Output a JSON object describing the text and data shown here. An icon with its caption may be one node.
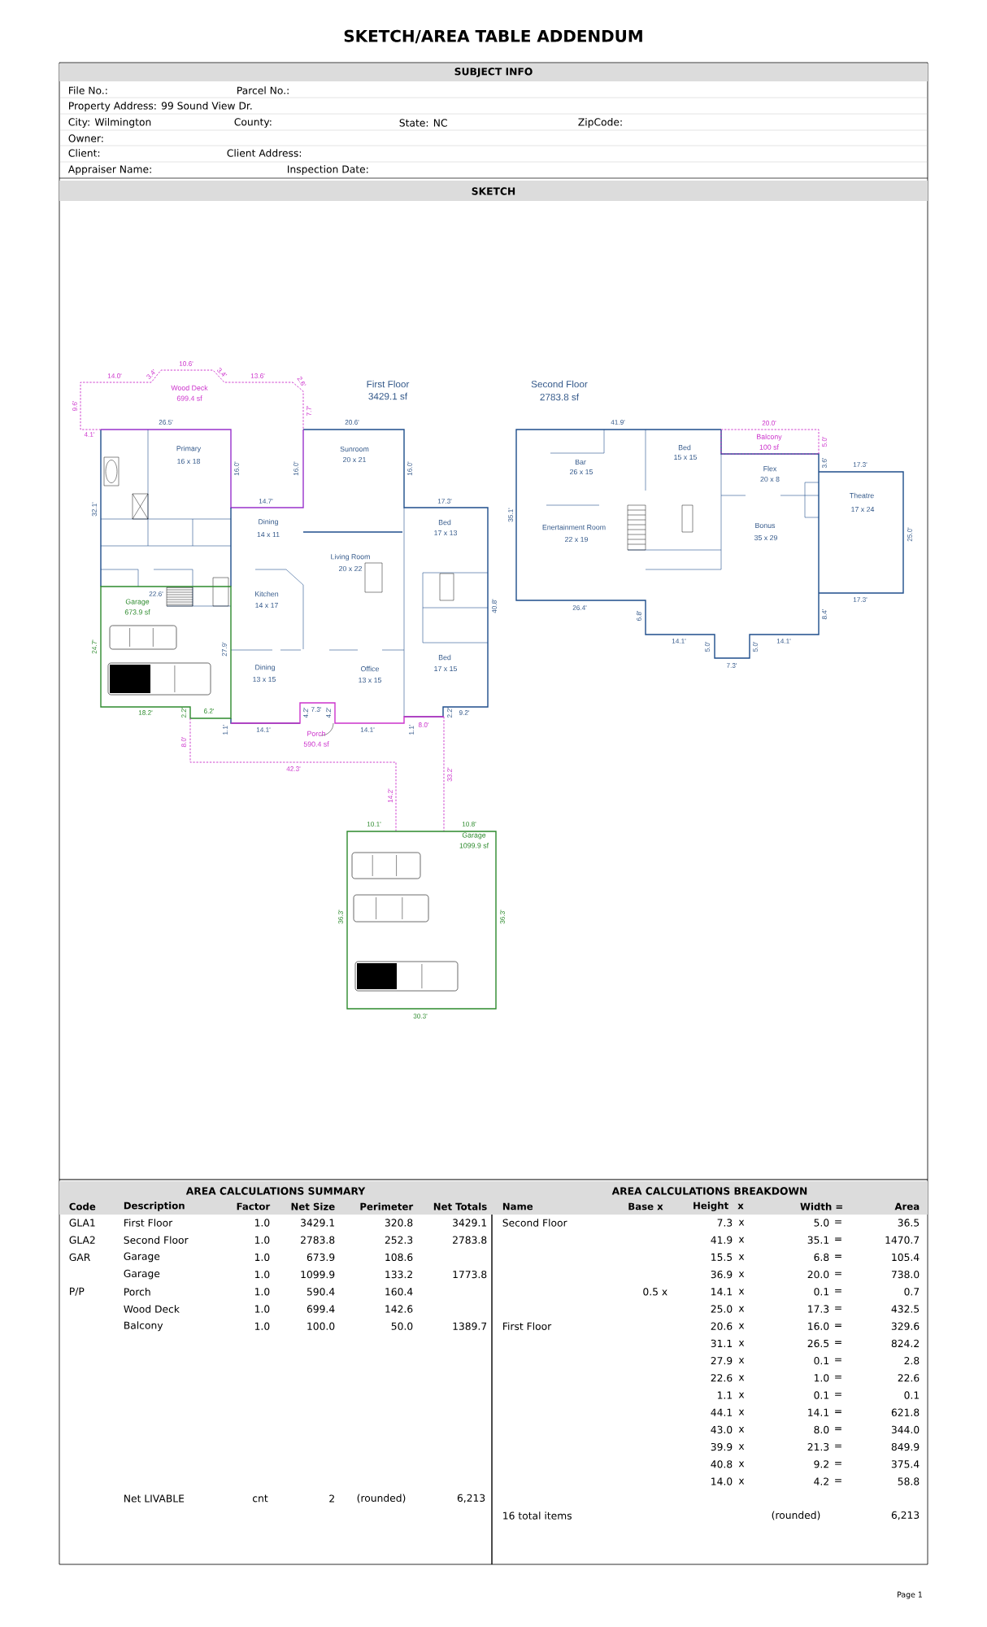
{
  "diagram": {
    "title": "SKETCH/AREA TABLE ADDENDUM",
    "nodes": [
      {
        "text": [
          "SUBJECT INFO"
        ]
      },
      {
        "text": [
          "SKETCH"
        ]
      },
      {
        "text": [
          "Wood Deck",
          "699.4 sf"
        ]
      },
      {
        "text": [
          "Balcony",
          "100 sf"
        ]
      },
      {
        "text": [
          "Garage",
          "673.9 sf"
        ]
      },
      {
        "text": [
          "Porch",
          "590.4 sf"
        ]
      },
      {
        "text": [
          "Garage",
          "1099.9 sf"
        ]
      },
      {
        "text": [
          "AREA CALCULATIONS SUMMARY"
        ]
      },
      {
        "text": [
          "AREA CALCULATIONS BREAKDOWN"
        ]
      }
    ],
    "labels": [
      "File No.:",
      "Parcel No.:",
      "Property Address: 99 Sound View Dr.",
      "City: Wilmington",
      "County:",
      "State: NC",
      "ZipCode:",
      "Owner:",
      "Client:",
      "Client Address:",
      "Appraiser Name:",
      "Inspection Date:",
      "First Floor",
      "3429.1 sf",
      "Second Floor",
      "2783.8 sf",
      "14.0'",
      "3.4'",
      "10.6'",
      "3.4'",
      "13.6'",
      "2.6'",
      "9.6'",
      "7.7'",
      "4.1'",
      "26.5'",
      "20.6'",
      "Primary",
      "16 x 18",
      "16.0'",
      "16.0'",
      "Sunroom",
      "20 x 21",
      "16.0'",
      "32.1'",
      "14.7'",
      "17.3'",
      "Dining",
      "14 x 11",
      "Bed",
      "17 x 13",
      "Living Room",
      "20 x 22",
      "22.6'",
      "Kitchen",
      "14 x 17",
      "40.8'",
      "24.7'",
      "27.9'",
      "Bed",
      "17 x 15",
      "Dining",
      "13 x 15",
      "Office",
      "13 x 15",
      "18.2'",
      "2.2'",
      "6.2'",
      "4.2'",
      "7.3'",
      "4.2'",
      "2.2'",
      "9.2'",
      "1.1'",
      "14.1'",
      "14.1'",
      "1.1'",
      "8.0'",
      "8.0'",
      "42.3'",
      "33.2'",
      "14.2'",
      "10.1'",
      "10.8'",
      "36.3'",
      "36.3'",
      "30.3'",
      "41.9'",
      "20.0'",
      "5.0'",
      "Bed",
      "15 x 15",
      "3.6'",
      "Bar",
      "26 x 15",
      "17.3'",
      "Flex",
      "20 x 8",
      "Theatre",
      "17 x 24",
      "35.1'",
      "Enertainment Room",
      "22 x 19",
      "Bonus",
      "35 x 29",
      "25.0'",
      "17.3'",
      "26.4'",
      "6.8'",
      "8.4'",
      "14.1'",
      "14.1'",
      "5.0'",
      "5.0'",
      "7.3'",
      "Code",
      "Description",
      "Factor",
      "Net Size",
      "Perimeter",
      "Net Totals",
      "GLA1",
      "First Floor",
      "1.0",
      "3429.1",
      "320.8",
      "3429.1",
      "GLA2",
      "Second Floor",
      "1.0",
      "2783.8",
      "252.3",
      "2783.8",
      "GAR",
      "Garage",
      "1.0",
      "673.9",
      "108.6",
      "Garage",
      "1.0",
      "1099.9",
      "133.2",
      "1773.8",
      "P/P",
      "Porch",
      "1.0",
      "590.4",
      "160.4",
      "Wood Deck",
      "1.0",
      "699.4",
      "142.6",
      "Balcony",
      "1.0",
      "100.0",
      "50.0",
      "1389.7",
      "Net LIVABLE",
      "cnt",
      "2",
      "(rounded)",
      "6,213",
      "Name",
      "Base x",
      "Height",
      "x",
      "Width =",
      "Area",
      "Second Floor",
      "7.3",
      "x",
      "5.0",
      "=",
      "36.5",
      "41.9",
      "x",
      "35.1",
      "=",
      "1470.7",
      "15.5",
      "x",
      "6.8",
      "=",
      "105.4",
      "36.9",
      "x",
      "20.0",
      "=",
      "738.0",
      "0.5 x",
      "14.1",
      "x",
      "0.1",
      "=",
      "0.7",
      "25.0",
      "x",
      "17.3",
      "=",
      "432.5",
      "First Floor",
      "20.6",
      "x",
      "16.0",
      "=",
      "329.6",
      "31.1",
      "x",
      "26.5",
      "=",
      "824.2",
      "27.9",
      "x",
      "0.1",
      "=",
      "2.8",
      "22.6",
      "x",
      "1.0",
      "=",
      "22.6",
      "1.1",
      "x",
      "0.1",
      "=",
      "0.1",
      "44.1",
      "x",
      "14.1",
      "=",
      "621.8",
      "43.0",
      "x",
      "8.0",
      "=",
      "344.0",
      "39.9",
      "x",
      "21.3",
      "=",
      "849.9",
      "40.8",
      "x",
      "9.2",
      "=",
      "375.4",
      "14.0",
      "x",
      "4.2",
      "=",
      "58.8",
      "16 total items",
      "(rounded)",
      "6,213",
      "Page 1"
    ]
  }
}
